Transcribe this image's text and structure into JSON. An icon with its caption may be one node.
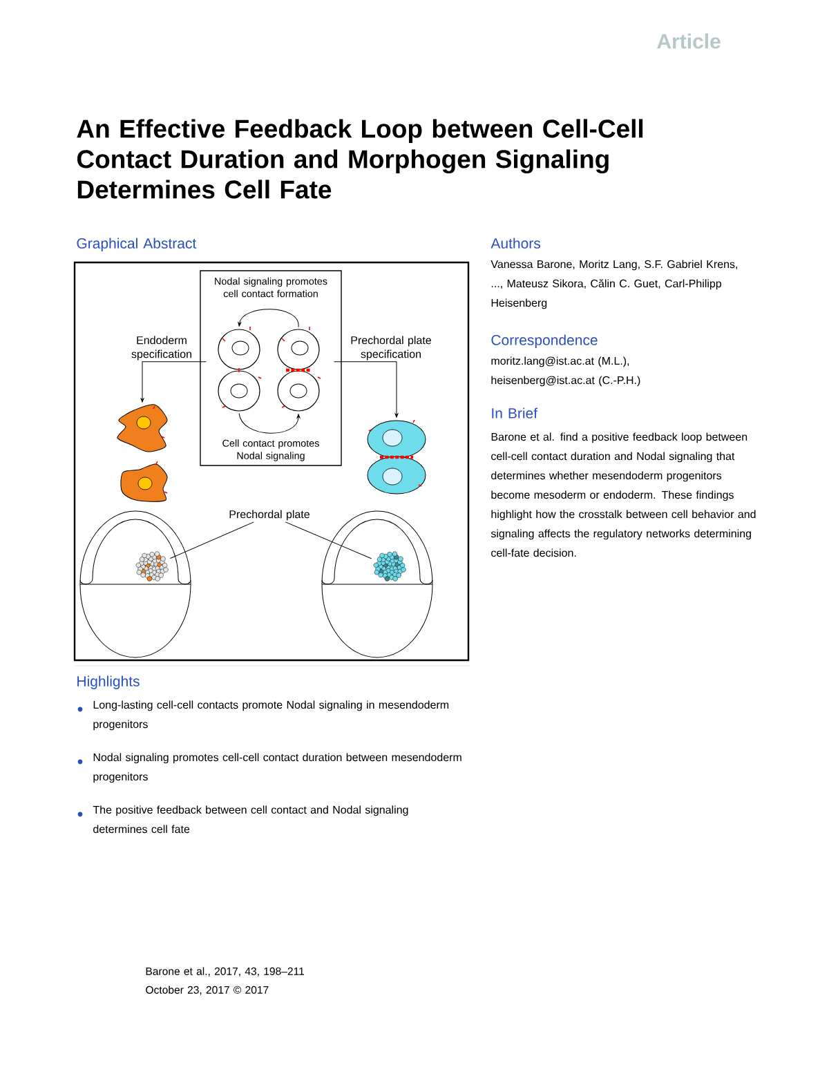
{
  "diagram": {
    "title": "An Effective Feedback Loop between Cell-Cell Contact Duration and Morphogen Signaling Determines Cell Fate",
    "nodes": [
      {
        "text": [],
        "shape": "box"
      },
      {
        "text": [],
        "shape": "box",
        "in": 0
      },
      {
        "text": [],
        "shape": "picture",
        "in": 1
      },
      {
        "text": [],
        "shape": "picture",
        "in": 1
      },
      {
        "text": [
          "Endoderm specification"
        ],
        "in": 0
      },
      {
        "text": [],
        "shape": "picture",
        "in": 0
      },
      {
        "text": [],
        "shape": "picture",
        "in": 0
      },
      {
        "text": [
          "Prechordal plate specification"
        ],
        "in": 0
      },
      {
        "text": [],
        "shape": "picture",
        "in": 0
      },
      {
        "text": [
          "Prechordal plate"
        ],
        "in": 0
      },
      {
        "text": [],
        "shape": "picture",
        "in": 0
      },
      {
        "text": [],
        "shape": "picture",
        "in": 0
      }
    ],
    "edges": [
      {
        "from": 3,
        "to": 2,
        "arrow": "to",
        "label": "Nodal signaling promotes cell contact formation"
      },
      {
        "from": 2,
        "to": 3,
        "arrow": "to",
        "label": "Cell contact promotes Nodal signaling"
      },
      {
        "from": 4,
        "to": 5,
        "arrow": "to"
      },
      {
        "from": 7,
        "to": 8,
        "arrow": "to"
      },
      {
        "from": 9,
        "to": 10,
        "arrow": "none"
      },
      {
        "from": 9,
        "to": 11,
        "arrow": "none"
      }
    ],
    "labels": [
      "Article",
      "Graphical Abstract",
      "Authors",
      "Vanessa Barone, Moritz Lang, S.F. Gabriel Krens, ..., Mateusz Sikora, Călin C. Guet, Carl-Philipp Heisenberg",
      "Correspondence",
      "moritz.lang@ist.ac.at (M.L.), heisenberg@ist.ac.at (C.-P.H.)",
      "In Brief",
      "Barone et al. find a positive feedback loop between cell-cell contact duration and Nodal signaling that determines whether mesendoderm progenitors become mesoderm or endoderm. These findings highlight how the crosstalk between cell behavior and signaling affects the regulatory networks determining cell-fate decision.",
      "Highlights",
      "Long-lasting cell-cell contacts promote Nodal signaling in mesendoderm progenitors",
      "Nodal signaling promotes cell-cell contact duration between mesendoderm progenitors",
      "The positive feedback between cell contact and Nodal signaling determines cell fate",
      "Barone et al., 2017, 43, 198–211",
      "October 23, 2017 © 2017"
    ]
  }
}
